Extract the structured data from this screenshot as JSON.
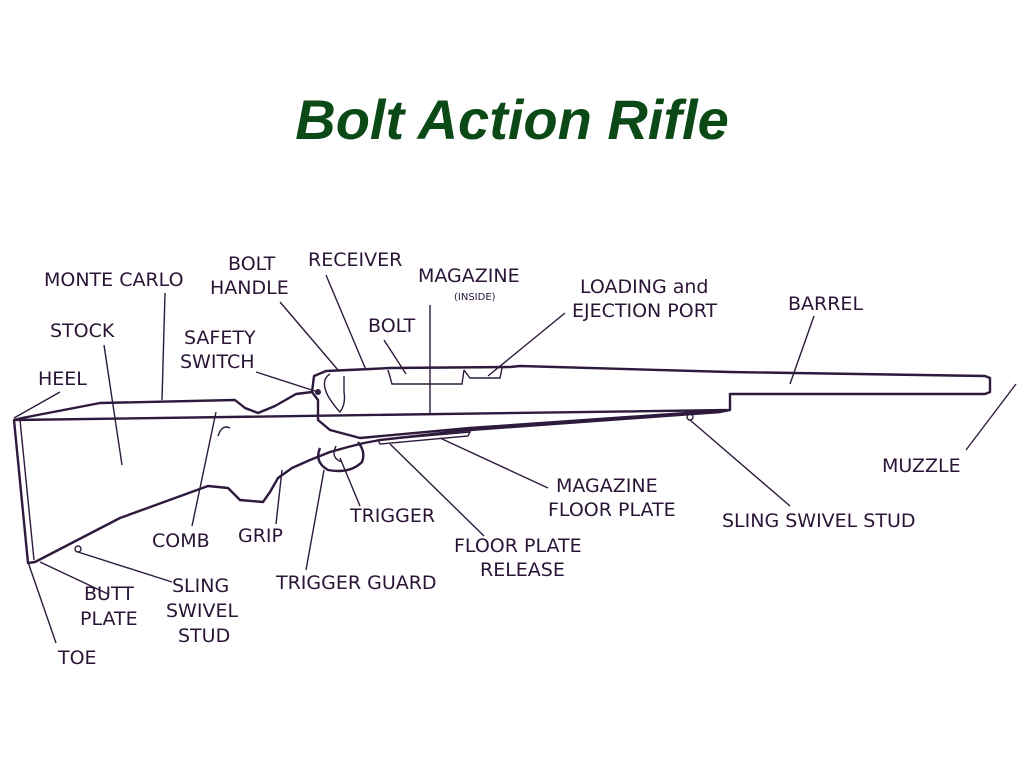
{
  "title": "Bolt Action Rifle",
  "labels": {
    "monte_carlo": "MONTE CARLO",
    "stock": "STOCK",
    "heel": "HEEL",
    "bolt_handle_1": "BOLT",
    "bolt_handle_2": "HANDLE",
    "safety_switch_1": "SAFETY",
    "safety_switch_2": "SWITCH",
    "receiver": "RECEIVER",
    "bolt": "BOLT",
    "magazine": "MAGAZINE",
    "magazine_inside": "(INSIDE)",
    "loading_port_1": "LOADING and",
    "loading_port_2": "EJECTION PORT",
    "barrel": "BARREL",
    "muzzle": "MUZZLE",
    "sling_swivel_stud_front": "SLING SWIVEL STUD",
    "magazine_floor_plate_1": "MAGAZINE",
    "magazine_floor_plate_2": "FLOOR PLATE",
    "floor_plate_release_1": "FLOOR PLATE",
    "floor_plate_release_2": "RELEASE",
    "trigger": "TRIGGER",
    "trigger_guard": "TRIGGER GUARD",
    "grip": "GRIP",
    "comb": "COMB",
    "sling_swivel_stud_rear_1": "SLING",
    "sling_swivel_stud_rear_2": "SWIVEL",
    "sling_swivel_stud_rear_3": "STUD",
    "butt_plate_1": "BUTT",
    "butt_plate_2": "PLATE",
    "toe": "TOE"
  },
  "colors": {
    "title": "#0b4a16",
    "ink": "#2e1a3c"
  }
}
